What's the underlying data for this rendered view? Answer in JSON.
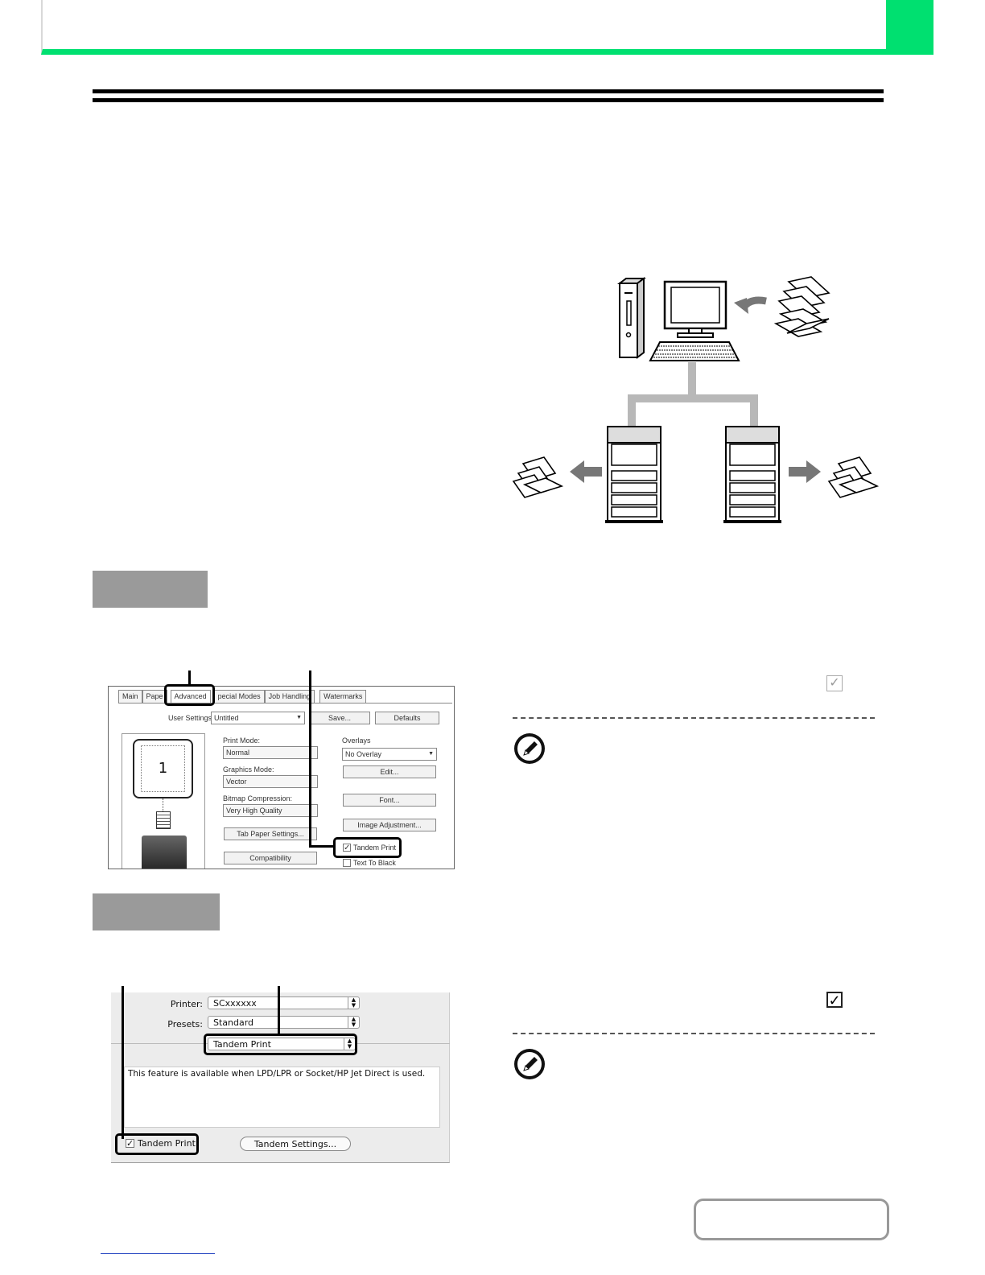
{
  "windows_dialog": {
    "tabs": [
      "Main",
      "Pape",
      "Advanced",
      "pecial Modes",
      "Job Handling",
      "Watermarks"
    ],
    "active_tab": "Advanced",
    "user_settings_label": "User Settings:",
    "user_settings_value": "Untitled",
    "save_button": "Save...",
    "defaults_button": "Defaults",
    "preview_page_number": "1",
    "print_mode_label": "Print Mode:",
    "print_mode_value": "Normal",
    "graphics_mode_label": "Graphics Mode:",
    "graphics_mode_value": "Vector",
    "bitmap_compression_label": "Bitmap Compression:",
    "bitmap_compression_value": "Very High Quality",
    "tab_paper_settings_button": "Tab Paper Settings...",
    "compatibility_button": "Compatibility",
    "overlays_label": "Overlays",
    "overlays_value": "No Overlay",
    "edit_button": "Edit...",
    "font_button": "Font...",
    "image_adjustment_button": "Image Adjustment...",
    "tandem_print_label": "Tandem Print",
    "text_to_black_label": "Text To Black"
  },
  "mac_dialog": {
    "printer_label": "Printer:",
    "printer_value": "SCxxxxxx",
    "presets_label": "Presets:",
    "presets_value": "Standard",
    "panel_value": "Tandem Print",
    "info_text": "This feature is available when LPD/LPR or Socket/HP Jet Direct is used.",
    "tandem_print_label": "Tandem Print",
    "tandem_settings_button": "Tandem Settings..."
  },
  "colors": {
    "accent": "#00e070",
    "step_box": "#9a9a9a"
  }
}
